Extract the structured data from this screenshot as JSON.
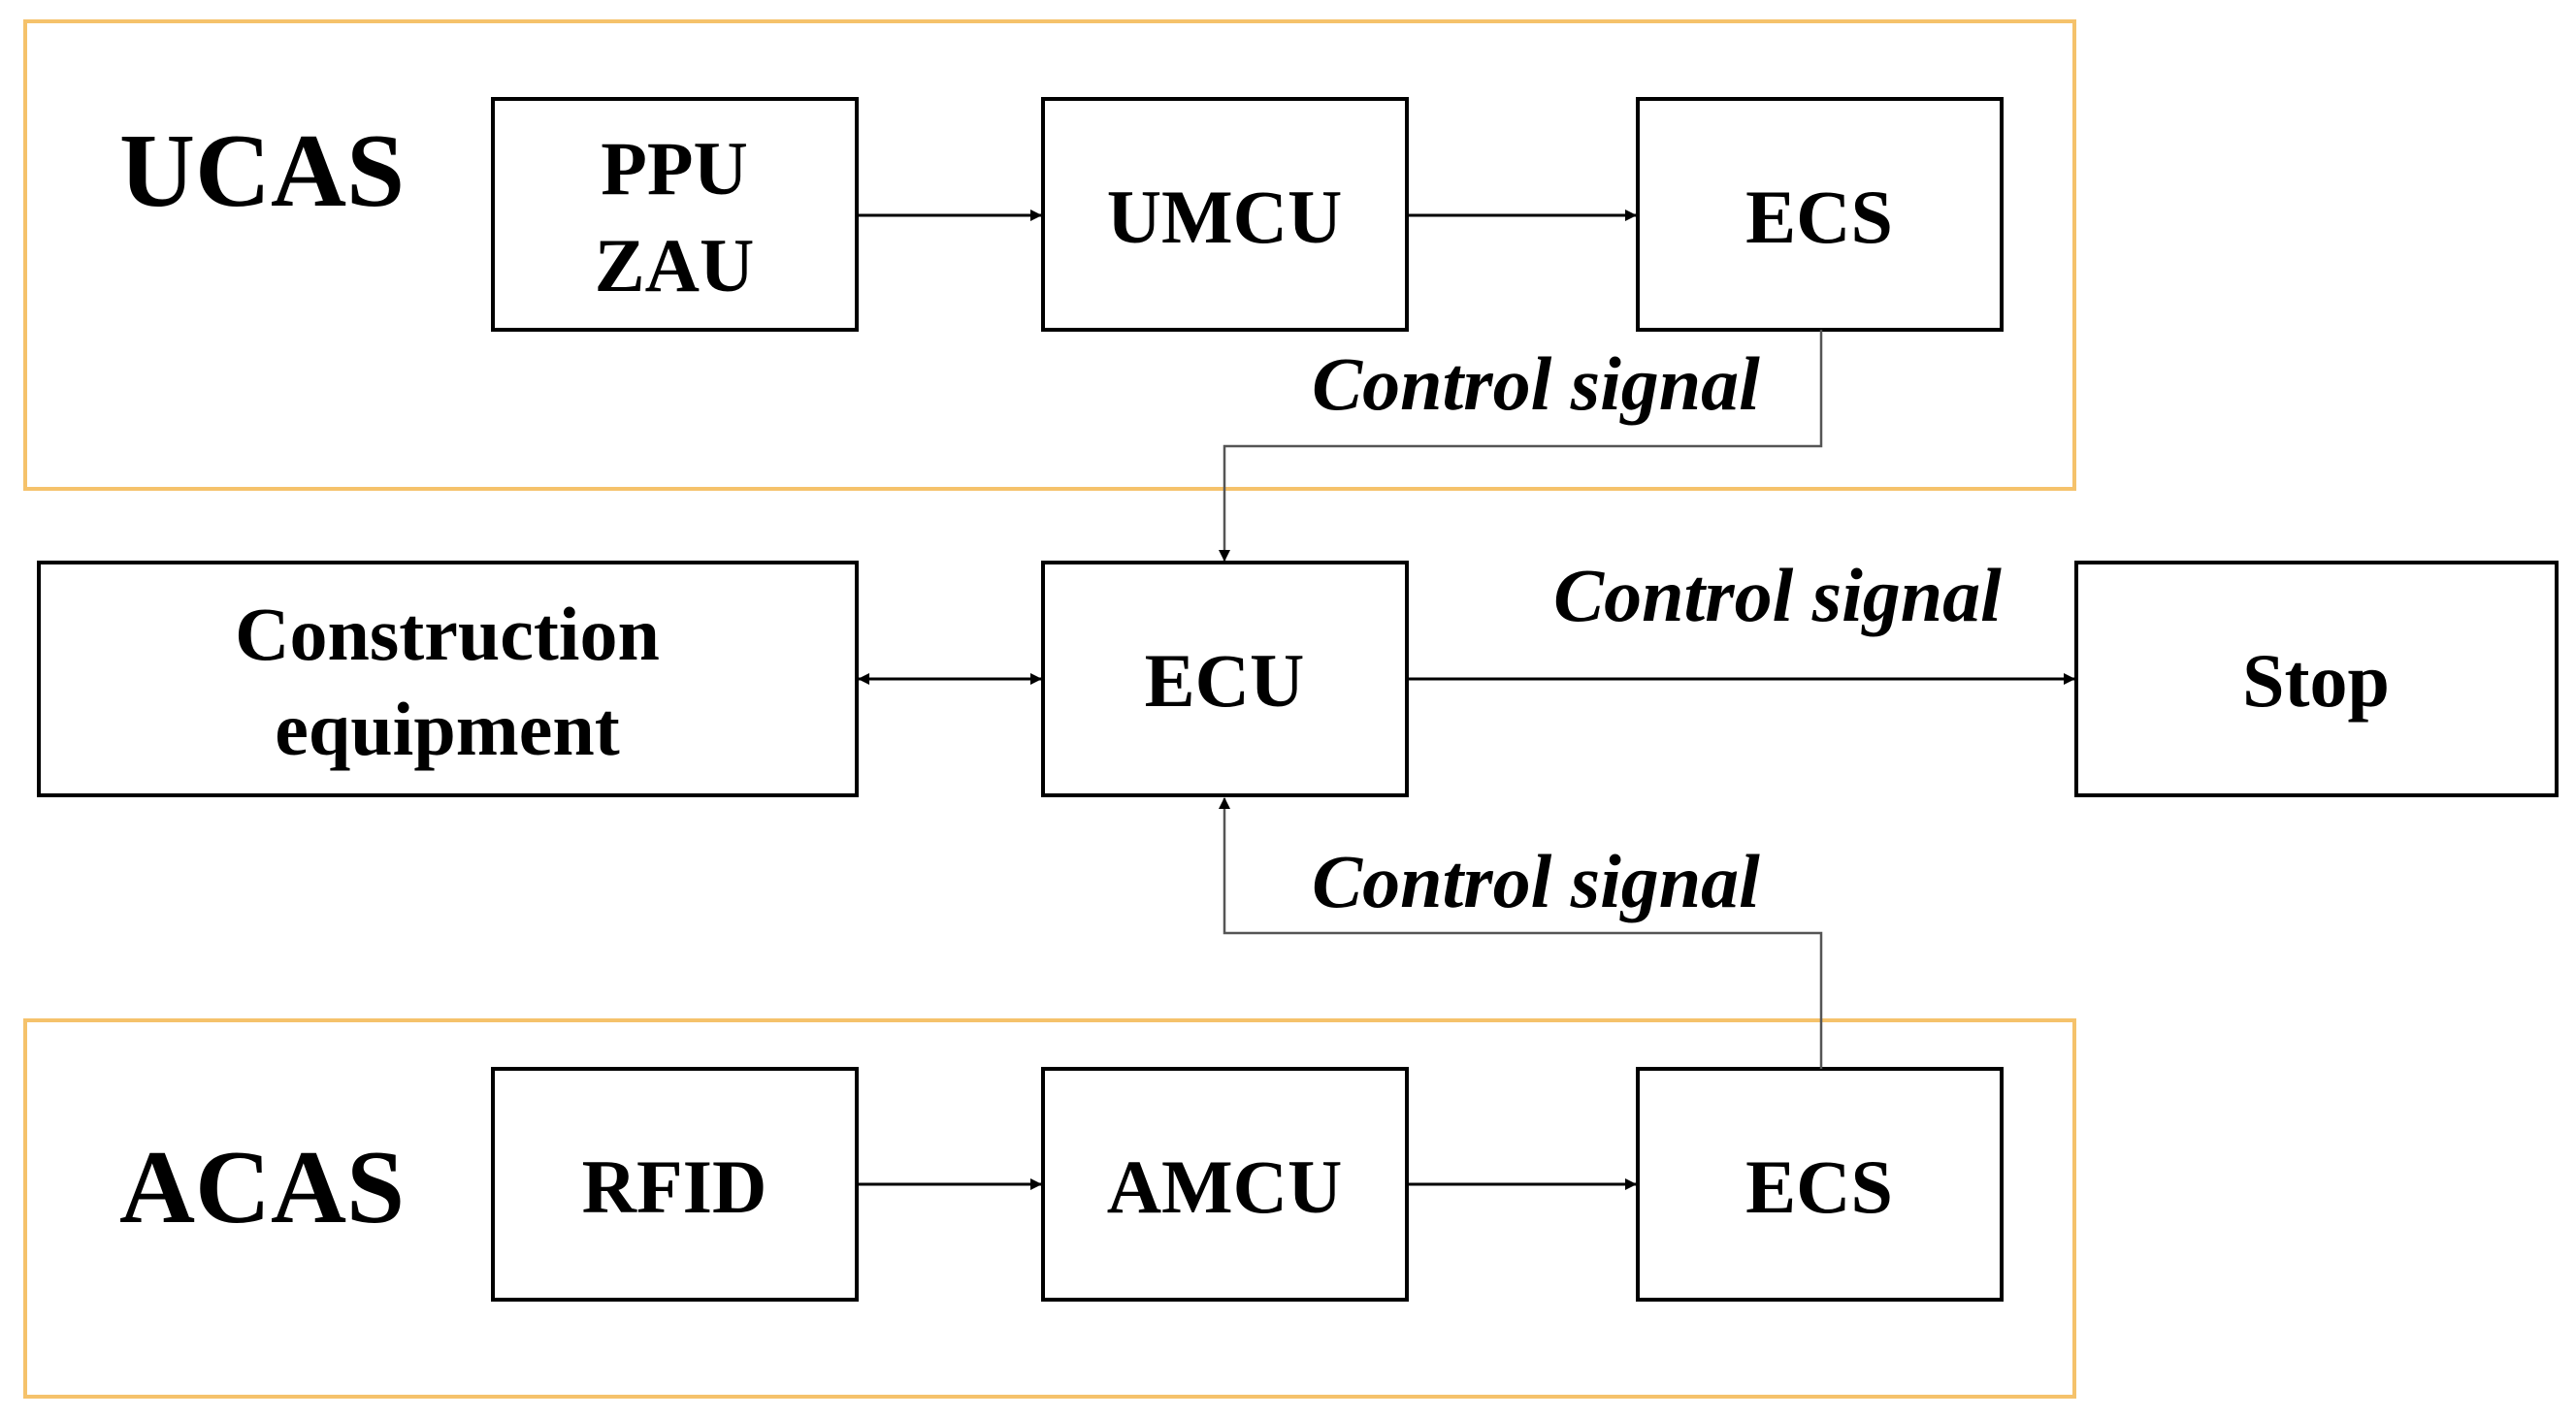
{
  "groups": {
    "ucas": {
      "label": "UCAS"
    },
    "acas": {
      "label": "ACAS"
    }
  },
  "nodes": {
    "ppu_zau": {
      "lines": [
        "PPU",
        "ZAU"
      ]
    },
    "umcu": {
      "label": "UMCU"
    },
    "ecs_top": {
      "label": "ECS"
    },
    "construction_equipment": {
      "lines": [
        "Construction",
        "equipment"
      ]
    },
    "ecu": {
      "label": "ECU"
    },
    "stop": {
      "label": "Stop"
    },
    "rfid": {
      "label": "RFID"
    },
    "amcu": {
      "label": "AMCU"
    },
    "ecs_bottom": {
      "label": "ECS"
    }
  },
  "edges": {
    "ecs_top_to_ecu": {
      "label": "Control signal"
    },
    "ecu_to_stop": {
      "label": "Control signal"
    },
    "ecs_bottom_to_ecu": {
      "label": "Control signal"
    }
  },
  "colors": {
    "group_frame": "#f5c26b",
    "box_stroke": "#000000",
    "text": "#000000"
  }
}
